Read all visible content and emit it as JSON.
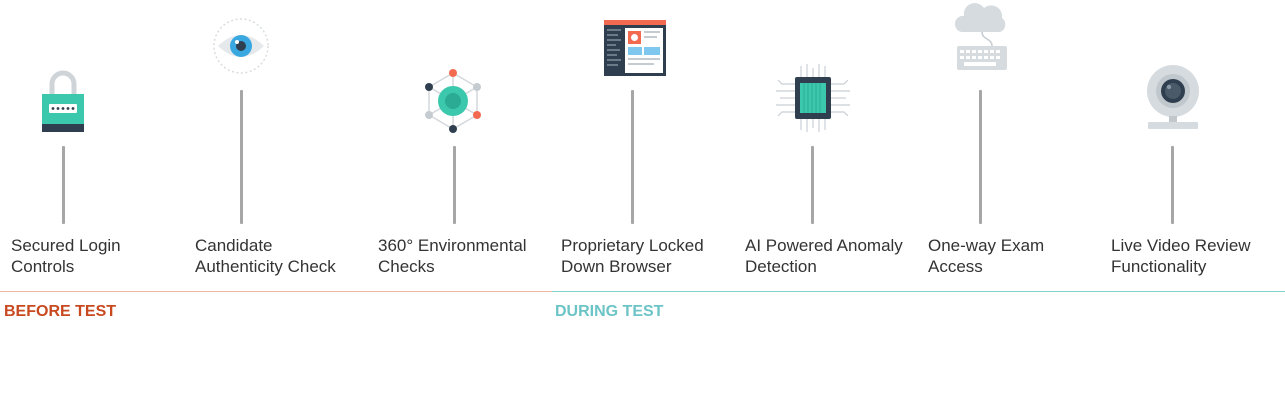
{
  "features": [
    {
      "label": "Secured Login\nControls",
      "icon": "padlock-icon"
    },
    {
      "label": "Candidate\nAuthenticity Check",
      "icon": "eye-icon"
    },
    {
      "label": "360° Environmental\nChecks",
      "icon": "network-icon"
    },
    {
      "label": "Proprietary Locked\nDown Browser",
      "icon": "browser-window-icon"
    },
    {
      "label": "AI Powered Anomaly\nDetection",
      "icon": "microchip-icon"
    },
    {
      "label": "One-way Exam\nAccess",
      "icon": "cloud-keyboard-icon"
    },
    {
      "label": "Live Video Review\nFunctionality",
      "icon": "webcam-icon"
    }
  ],
  "phases": {
    "before": {
      "label": "BEFORE TEST",
      "color": "#c8491f",
      "line_color": "#f2b6a2"
    },
    "during": {
      "label": "DURING TEST",
      "color": "#6cc4c6",
      "line_color": "#7fd1cc"
    }
  },
  "colors": {
    "teal": "#3cc8ad",
    "navy": "#2f3f4f",
    "coral": "#f26b50",
    "gray_line": "#a6a6a6"
  }
}
